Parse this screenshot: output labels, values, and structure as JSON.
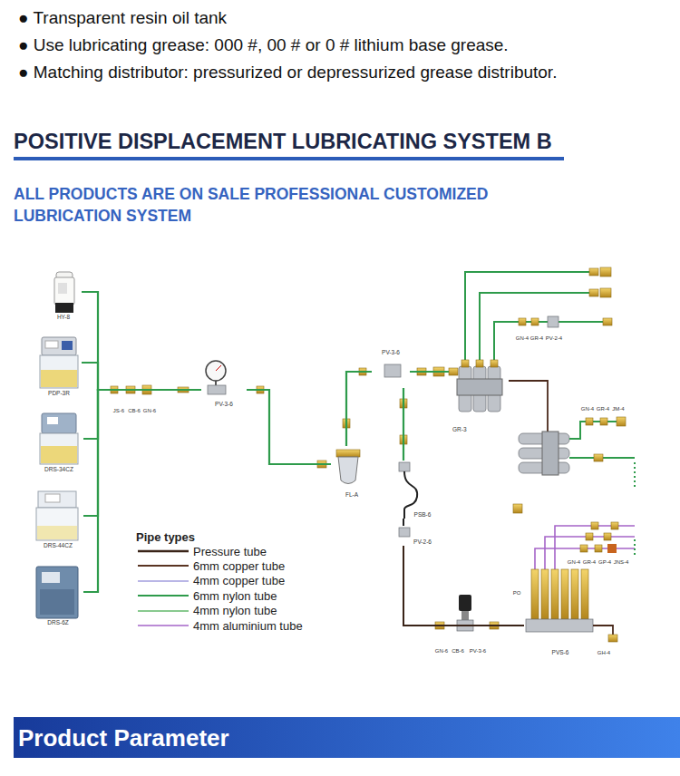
{
  "diagram": {
    "title": "POSITIVE DISPLACEMENT LUBRICATING SYSTEM B",
    "nodes": [
      {
        "text": [
          "HY-8"
        ]
      },
      {
        "text": [
          "PDP-3R"
        ]
      },
      {
        "text": [
          "DRS-34CZ"
        ]
      },
      {
        "text": [
          "DRS-44CZ"
        ]
      },
      {
        "text": [
          "DRS-6Z"
        ]
      },
      {
        "text": [
          "PV-3-6"
        ]
      },
      {
        "text": [
          "FL-A"
        ]
      },
      {
        "text": [
          "PV-3-6"
        ]
      },
      {
        "text": [
          "GR-3"
        ]
      },
      {
        "text": [
          "PSB-6"
        ]
      },
      {
        "text": [
          "PV-2-6"
        ]
      },
      {
        "text": [
          "PVS-6"
        ]
      }
    ],
    "edges": [
      {
        "from": 0,
        "to": 5,
        "arrow": "none"
      },
      {
        "from": 1,
        "to": 5,
        "arrow": "none"
      },
      {
        "from": 2,
        "to": 5,
        "arrow": "none"
      },
      {
        "from": 3,
        "to": 5,
        "arrow": "none"
      },
      {
        "from": 4,
        "to": 5,
        "arrow": "none"
      },
      {
        "from": 5,
        "to": 6,
        "arrow": "none"
      },
      {
        "from": 6,
        "to": 7,
        "arrow": "none"
      },
      {
        "from": 7,
        "to": 8,
        "arrow": "none"
      },
      {
        "from": 7,
        "to": 9,
        "arrow": "none"
      },
      {
        "from": 9,
        "to": 10,
        "arrow": "none"
      },
      {
        "from": 10,
        "to": 11,
        "arrow": "none"
      }
    ],
    "labels": [
      "● Transparent resin oil tank",
      "● Use lubricating grease: 000 #, 00 # or 0 # lithium base grease.",
      "● Matching distributor: pressurized or depressurized grease distributor.",
      "ALL PRODUCTS ARE ON SALE PROFESSIONAL CUSTOMIZED LUBRICATION SYSTEM",
      "JS-6",
      "CB-6",
      "GN-6",
      "GN-4",
      "GR-4",
      "PV-2-4",
      "GN-4",
      "GR-4",
      "JM-4",
      "GN-4",
      "GR-4",
      "GP-4",
      "JNS-4",
      "PO",
      "GN-6",
      "CB-6",
      "PV-3-6",
      "GH-4",
      "Pipe types",
      "Product Parameter"
    ],
    "legend": [
      {
        "text": "Pressure tube"
      },
      {
        "text": "6mm copper tube"
      },
      {
        "text": "4mm copper tube"
      },
      {
        "text": "6mm nylon tube"
      },
      {
        "text": "4mm nylon tube"
      },
      {
        "text": "4mm aluminium tube"
      }
    ]
  }
}
